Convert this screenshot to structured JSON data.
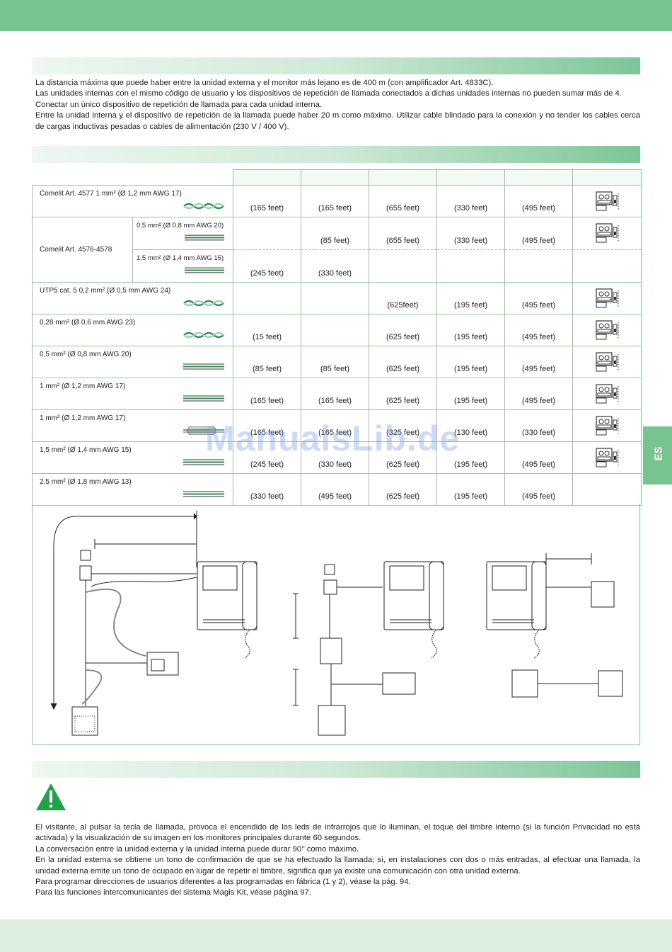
{
  "side_tab": "ES",
  "intro_paragraphs": [
    "La distancia máxima que puede haber entre la unidad externa y el monitor más lejano es de 400 m (con amplificador Art. 4833C).",
    "Las unidades internas con el mismo código de usuario y los dispositivos de repetición de llamada conectados a dichas unidades internas no pueden sumar más de 4.",
    "Conectar un único dispositivo de repetición de llamada para cada unidad interna.",
    "Entre la unidad interna y el dispositivo de repetición de la llamada puede haber 20 m como máximo. Utilizar cable blindado para la conexión y no tender los cables cerca de cargas inductivas pesadas o cables de alimentación (230 V / 400 V)."
  ],
  "cable_table": {
    "rows": [
      {
        "label": "Comelit Art. 4577 1 mm² (Ø 1,2 mm AWG 17)",
        "cable": "twisted",
        "values": [
          "(165 feet)",
          "(165 feet)",
          "(655 feet)",
          "(330 feet)",
          "(495 feet)"
        ],
        "icon": "jumper-icon"
      },
      {
        "group": "Comelit Art. 4576-4578",
        "subrows": [
          {
            "label": "0,5 mm² (Ø 0,8 mm AWG 20)",
            "cable": "parallel",
            "values": [
              "",
              "(85 feet)",
              "(655 feet)",
              "(330 feet)",
              "(495 feet)"
            ],
            "icon": "jumper-icon"
          },
          {
            "label": "1,5 mm² (Ø 1,4 mm AWG 15)",
            "cable": "parallel",
            "values": [
              "(245 feet)",
              "(330 feet)",
              "",
              "",
              ""
            ],
            "icon": ""
          }
        ]
      },
      {
        "label": "UTP5 cat. 5 0,2 mm² (Ø 0,5 mm AWG 24)",
        "cable": "twisted",
        "values": [
          "",
          "",
          "(625feet)",
          "(195 feet)",
          "(495 feet)"
        ],
        "icon": "jumper-icon"
      },
      {
        "label": "0,28 mm² (Ø 0,6 mm AWG 23)",
        "cable": "twisted",
        "values": [
          "(15 feet)",
          "",
          "(625 feet)",
          "(195 feet)",
          "(495 feet)"
        ],
        "icon": "jumper-icon"
      },
      {
        "label": "0,5 mm² (Ø 0,8 mm AWG 20)",
        "cable": "parallel",
        "values": [
          "(85 feet)",
          "(85 feet)",
          "(625 feet)",
          "(195 feet)",
          "(495 feet)"
        ],
        "icon": "jumper-icon"
      },
      {
        "label": "1 mm² (Ø 1,2 mm AWG 17)",
        "cable": "parallel",
        "values": [
          "(165 feet)",
          "(165 feet)",
          "(625 feet)",
          "(195 feet)",
          "(495 feet)"
        ],
        "icon": "jumper-icon"
      },
      {
        "label": "1 mm² (Ø 1,2 mm AWG 17)",
        "cable": "shielded",
        "values": [
          "(165 feet)",
          "(165 feet)",
          "(325 feet)",
          "(130 feet)",
          "(330 feet)"
        ],
        "icon": "jumper-icon"
      },
      {
        "label": "1,5 mm² (Ø 1,4 mm AWG 15)",
        "cable": "parallel",
        "values": [
          "(245 feet)",
          "(330 feet)",
          "(625 feet)",
          "(195 feet)",
          "(495 feet)"
        ],
        "icon": "jumper-icon"
      },
      {
        "label": "2,5 mm² (Ø 1,8 mm AWG 13)",
        "cable": "parallel",
        "values": [
          "(330 feet)",
          "(495 feet)",
          "(625 feet)",
          "(195 feet)",
          "(495 feet)"
        ],
        "icon": ""
      }
    ]
  },
  "watermark": "ManualsLib.de",
  "notes_paragraphs": [
    "El visitante, al pulsar la tecla de llamada, provoca el encendido de los leds de infrarrojos que lo iluminan, el toque del timbre interno (si la función Privacidad no está activada) y la visualización de su imagen en los monitores principales durante 60 segundos.",
    "La conversación entre la unidad externa y la unidad interna puede durar 90’’ como máximo.",
    "En la unidad externa se obtiene un tono de confirmación de que se ha efectuado la llamada; si, en instalaciones con dos o más entradas, al efectuar una llamada, la unidad externa emite un tono de ocupado en lugar de repetir el timbre, significa que ya existe una comunicación con otra unidad externa.",
    "Para programar direcciones de usuarios diferentes a las programadas en fábrica (1 y 2), véase la pág. 94.",
    "Para las funciones intercomunicantes del sistema Magis Kit, véase página 97."
  ],
  "colors": {
    "accent": "#77c490",
    "grid": "#8cc8a0",
    "cable_green": "#2f8f50"
  }
}
